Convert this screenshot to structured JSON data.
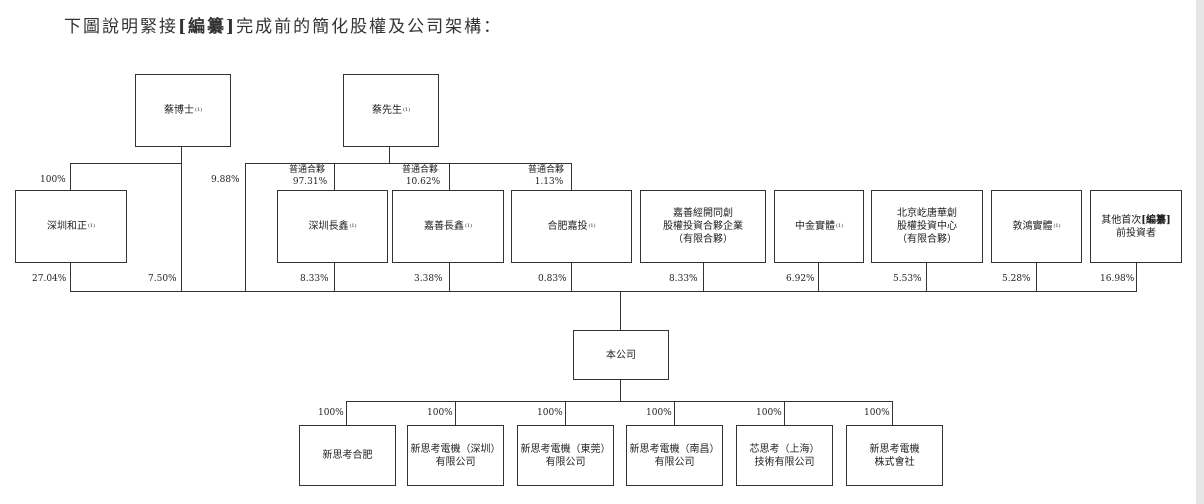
{
  "intro": {
    "before": "下圖說明緊接",
    "bold": "[編纂]",
    "after": "完成前的簡化股權及公司架構："
  },
  "nodes": {
    "dr_cai": {
      "label": "蔡博士",
      "note": "(1)"
    },
    "mr_cai": {
      "label": "蔡先生",
      "note": "(1)"
    },
    "shenzhen_hezheng": {
      "label": "深圳和正",
      "note": "(1)"
    },
    "shenzhen_changxin": {
      "label": "深圳長鑫",
      "note": "(1)"
    },
    "jiashan_changxin": {
      "label": "嘉善長鑫",
      "note": "(1)"
    },
    "hefei_jiatou": {
      "label": "合肥嘉投",
      "note": "(1)"
    },
    "jiashan_fund": {
      "label": "嘉善經開同創\n股權投資合夥企業\n（有限合夥）",
      "note": ""
    },
    "zhongjin": {
      "label": "中金實體",
      "note": "(1)"
    },
    "beijing_center": {
      "label": "北京屹唐華創\n股權投資中心\n（有限合夥）",
      "note": ""
    },
    "dunhong": {
      "label": "敦鴻實體",
      "note": "(1)"
    },
    "other_investors": {
      "label_prefix": "其他首次",
      "label_bold": "[編纂]",
      "label_suffix": "前投資者"
    },
    "company": {
      "label": "本公司"
    },
    "sub1": {
      "label": "新思考合肥"
    },
    "sub2": {
      "label": "新思考電機（深圳）\n有限公司"
    },
    "sub3": {
      "label": "新思考電機（東莞）\n有限公司"
    },
    "sub4": {
      "label": "新思考電機（南昌）\n有限公司"
    },
    "sub5": {
      "label": "芯思考（上海）\n技術有限公司"
    },
    "sub6": {
      "label": "新思考電機\n株式會社"
    }
  },
  "labels": {
    "hezheng_owned_by_drcai": "100%",
    "drcai_to_company": "9.88%",
    "gp1": "普通合夥",
    "gp1_pct": "97.31%",
    "gp2": "普通合夥",
    "gp2_pct": "10.62%",
    "gp3": "普通合夥",
    "gp3_pct": "1.13%",
    "hezheng_pct": "27.04%",
    "drcai_direct_pct": "7.50%",
    "changxin_sz_pct": "8.33%",
    "changxin_js_pct": "3.38%",
    "hefei_pct": "0.83%",
    "jiashan_fund_pct": "8.33%",
    "zhongjin_pct": "6.92%",
    "beijing_pct": "5.53%",
    "dunhong_pct": "5.28%",
    "others_pct": "16.98%",
    "sub1_pct": "100%",
    "sub2_pct": "100%",
    "sub3_pct": "100%",
    "sub4_pct": "100%",
    "sub5_pct": "100%",
    "sub6_pct": "100%"
  }
}
